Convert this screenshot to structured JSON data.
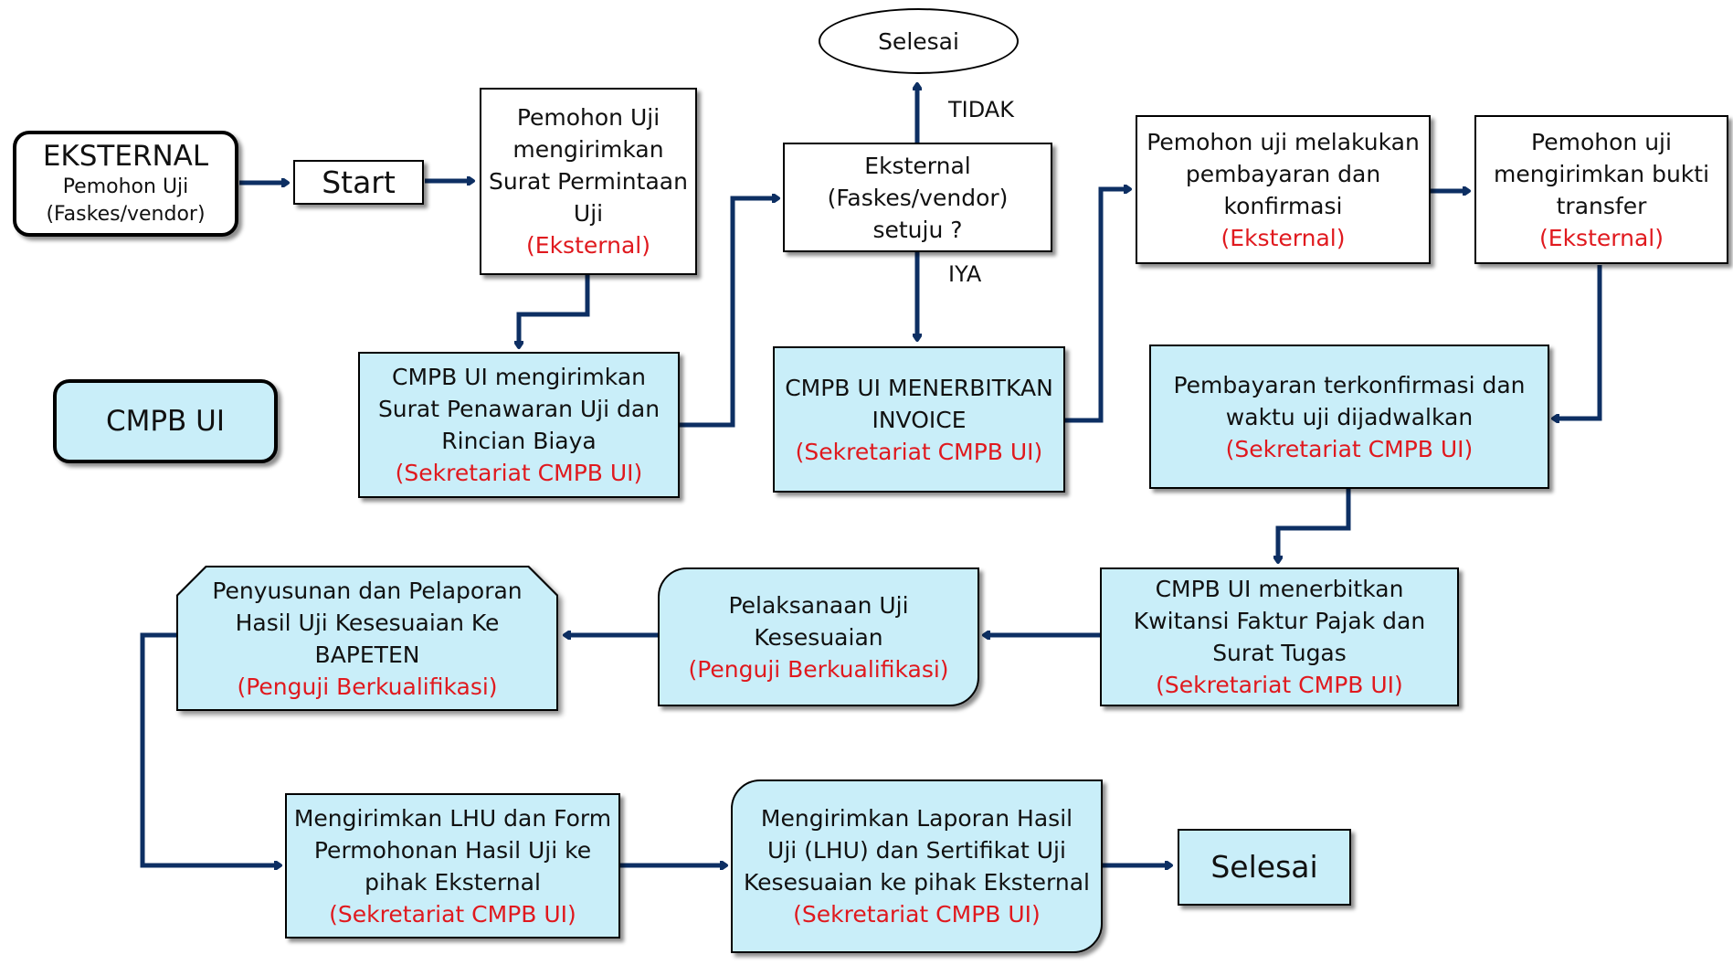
{
  "legend": {
    "eksternal_title": "EKSTERNAL",
    "eksternal_sub1": "Pemohon Uji",
    "eksternal_sub2": "(Faskes/vendor)",
    "cmpb": "CMPB UI"
  },
  "start": "Start",
  "selesai_top": "Selesai",
  "selesai_end": "Selesai",
  "labels": {
    "tidak": "TIDAK",
    "iya": "IYA"
  },
  "steps": {
    "surat_permintaan": {
      "lines": [
        "Pemohon Uji",
        "mengirimkan",
        "Surat Permintaan",
        "Uji"
      ],
      "role": "(Eksternal)"
    },
    "penawaran": {
      "lines": [
        "CMPB UI mengirimkan",
        "Surat Penawaran Uji dan",
        "Rincian Biaya"
      ],
      "role": "(Sekretariat CMPB UI)"
    },
    "decision": {
      "lines": [
        "Eksternal",
        "(Faskes/vendor)",
        "setuju ?"
      ]
    },
    "invoice": {
      "lines": [
        "CMPB UI MENERBITKAN",
        "INVOICE"
      ],
      "role": "(Sekretariat CMPB UI)"
    },
    "pembayaran": {
      "lines": [
        "Pemohon uji melakukan",
        "pembayaran dan",
        "konfirmasi"
      ],
      "role": "(Eksternal)"
    },
    "bukti": {
      "lines": [
        "Pemohon uji",
        "mengirimkan bukti",
        "transfer"
      ],
      "role": "(Eksternal)"
    },
    "terkonfirmasi": {
      "lines": [
        "Pembayaran terkonfirmasi dan",
        "waktu uji dijadwalkan"
      ],
      "role": "(Sekretariat CMPB UI)"
    },
    "kwitansi": {
      "lines": [
        "CMPB UI menerbitkan",
        "Kwitansi Faktur Pajak dan",
        "Surat Tugas"
      ],
      "role": "(Sekretariat CMPB UI)"
    },
    "pelaksanaan": {
      "lines": [
        "Pelaksanaan Uji",
        "Kesesuaian"
      ],
      "role": "(Penguji Berkualifikasi)"
    },
    "penyusunan": {
      "lines": [
        "Penyusunan dan Pelaporan",
        "Hasil Uji Kesesuaian Ke",
        "BAPETEN"
      ],
      "role": "(Penguji Berkualifikasi)"
    },
    "lhu_form": {
      "lines": [
        "Mengirimkan LHU dan Form",
        "Permohonan Hasil Uji ke",
        "pihak Eksternal"
      ],
      "role": "(Sekretariat CMPB UI)"
    },
    "laporan": {
      "lines": [
        "Mengirimkan Laporan Hasil",
        "Uji (LHU) dan Sertifikat Uji",
        "Kesesuaian ke pihak Eksternal"
      ],
      "role": "(Sekretariat CMPB UI)"
    }
  },
  "colors": {
    "connector": "#0d2f63",
    "box_blue": "#c9eef9",
    "role_red": "#e0191e"
  }
}
